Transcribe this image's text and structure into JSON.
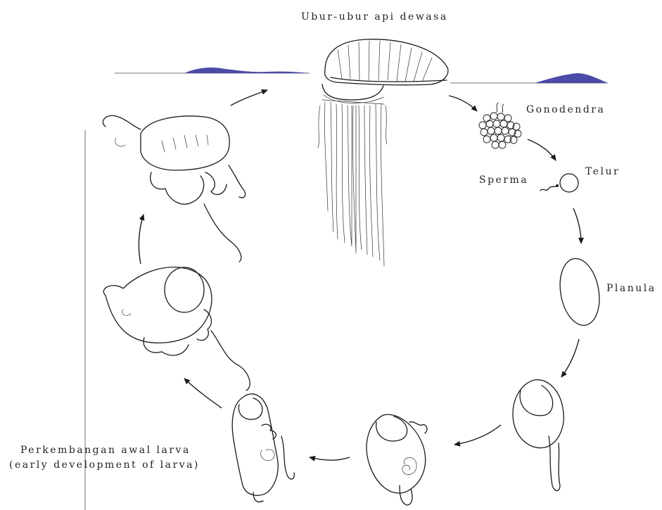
{
  "labels": {
    "adult": "Ubur-ubur api dewasa",
    "gonodendra": "Gonodendra",
    "sperm": "Sperma",
    "egg": "Telur",
    "planula": "Planula",
    "larva_line1": "Perkembangan awal larva",
    "larva_line2": "(early development of larva)"
  },
  "colors": {
    "water": "#4a4aa8",
    "ink": "#1a1a1a",
    "background": "#ffffff"
  },
  "stages": [
    "adult-man-o-war",
    "gonodendra",
    "sperm-and-egg",
    "planula",
    "larva-stage-1",
    "larva-stage-2",
    "larva-stage-3",
    "larva-stage-4",
    "larva-stage-5"
  ]
}
